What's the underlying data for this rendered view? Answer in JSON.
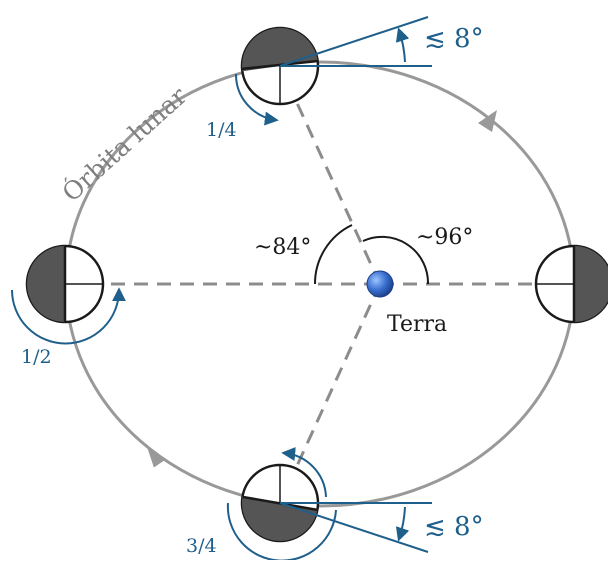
{
  "labels": {
    "orbit": "Órbita lunar",
    "earth": "Terra",
    "angle_left": "~84°",
    "angle_right": "~96°",
    "tilt_top": "≲ 8°",
    "tilt_bottom": "≲ 8°",
    "phase_top": "1/4",
    "phase_left": "1/2",
    "phase_bottom": "3/4"
  },
  "colors": {
    "orbit": "#999999",
    "dashed": "#8c8c8c",
    "moon_dark": "#555555",
    "accent_blue": "#1f5f8b",
    "earth": "#3a6fd0"
  }
}
